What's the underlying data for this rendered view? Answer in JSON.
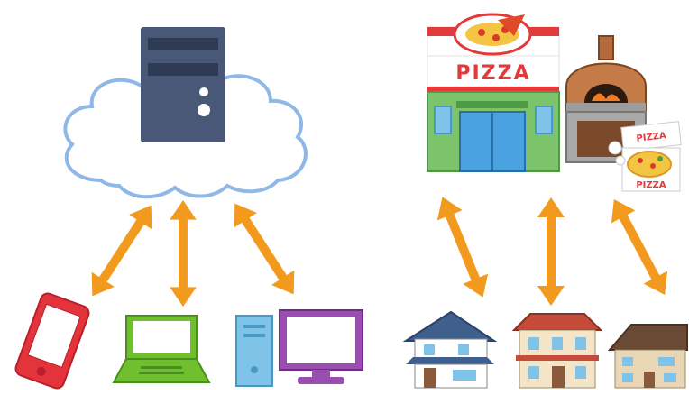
{
  "diagram": {
    "left_group": {
      "hub": {
        "icon": "cloud-server-icon"
      },
      "clients": [
        {
          "icon": "smartphone-icon"
        },
        {
          "icon": "laptop-icon"
        },
        {
          "icon": "desktop-computer-icon"
        }
      ]
    },
    "right_group": {
      "store": {
        "icon": "pizza-shop-icon",
        "sign_text": "PIZZA"
      },
      "oven": {
        "icon": "pizza-oven-icon"
      },
      "delivery_box": {
        "icon": "pizza-box-icon",
        "box_text_top": "PIZZA",
        "box_text_bottom": "PIZZA"
      },
      "homes": [
        {
          "icon": "house-icon"
        },
        {
          "icon": "house-icon"
        },
        {
          "icon": "house-icon"
        }
      ]
    },
    "connector": {
      "icon": "double-headed-arrow-icon",
      "color": "#f29a1e",
      "count": 6
    }
  },
  "colors": {
    "arrow": "#f29a1e",
    "cloud_outline": "#8fb8e6",
    "server": "#4a5878",
    "phone": "#e3343c",
    "laptop": "#6fbf2e",
    "monitor": "#9a4fb0",
    "tower": "#7fc4e8",
    "shop_green": "#7dc36b",
    "shop_red": "#e23a3a",
    "oven_brick": "#b56a3c"
  }
}
